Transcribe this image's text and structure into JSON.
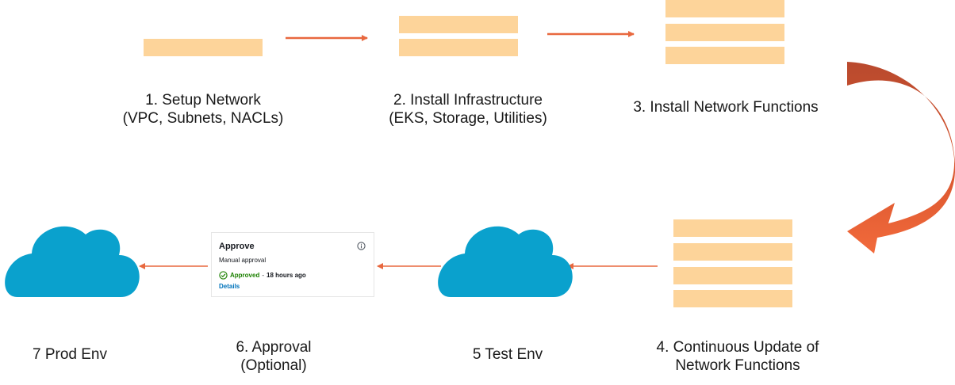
{
  "colors": {
    "bar_fill": "#fdd49a",
    "arrow": "#e8683f",
    "cloud": "#0aa1cd",
    "curved_arrow_dark": "#b94a2e",
    "curved_arrow_light": "#f26a3b",
    "approved_green": "#1d8102",
    "link_blue": "#0073bb"
  },
  "steps": {
    "s1": {
      "line1": "1. Setup Network",
      "line2": "(VPC, Subnets, NACLs)",
      "bar_count": 1
    },
    "s2": {
      "line1": "2. Install Infrastructure",
      "line2": "(EKS, Storage, Utilities)",
      "bar_count": 2
    },
    "s3": {
      "line1": "3. Install Network Functions",
      "bar_count": 3
    },
    "s4": {
      "line1": "4. Continuous Update of",
      "line2": "Network Functions",
      "bar_count": 4
    },
    "s5": {
      "line1": "5 Test Env",
      "icon": "cloud-icon"
    },
    "s6": {
      "line1": "6. Approval",
      "line2": "(Optional)"
    },
    "s7": {
      "line1": "7 Prod Env",
      "icon": "cloud-icon"
    }
  },
  "approval_card": {
    "title": "Approve",
    "subtitle": "Manual approval",
    "status": "Approved",
    "separator": "-",
    "time": "18 hours ago",
    "link": "Details",
    "status_icon": "check-circle-icon",
    "info_icon": "info-icon"
  }
}
